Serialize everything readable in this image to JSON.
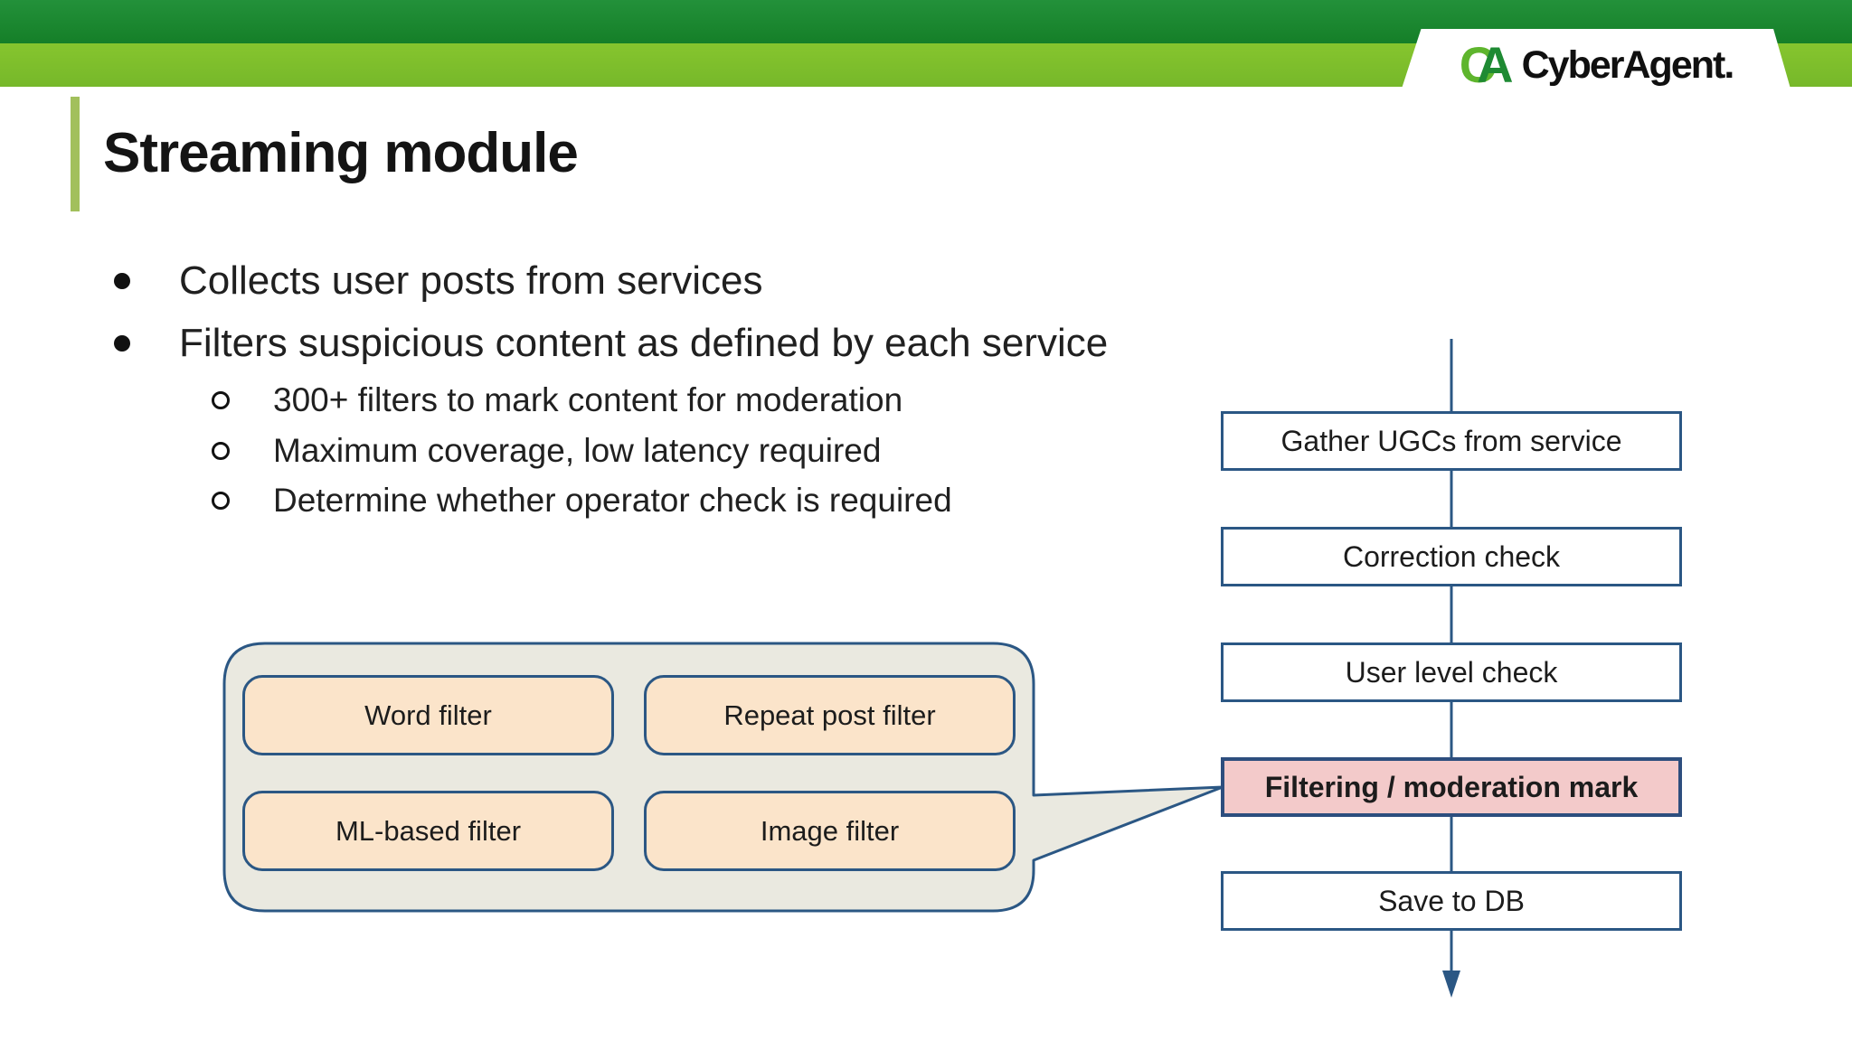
{
  "slide": {
    "header": {
      "brand": {
        "mark_c": "C",
        "mark_a": "A",
        "name": "CyberAgent."
      }
    },
    "title": "Streaming module",
    "bullets": [
      "Collects user posts from services",
      "Filters suspicious content as defined by each service"
    ],
    "sub_bullets": [
      "300+ filters to mark content for moderation",
      "Maximum coverage, low latency required",
      "Determine whether operator check is required"
    ],
    "flowchart": {
      "steps": [
        {
          "label": "Gather UGCs from service",
          "highlighted": false
        },
        {
          "label": "Correction check",
          "highlighted": false
        },
        {
          "label": "User level check",
          "highlighted": false
        },
        {
          "label": "Filtering / moderation mark",
          "highlighted": true
        },
        {
          "label": "Save to DB",
          "highlighted": false
        }
      ]
    },
    "filter_callout": {
      "filters": [
        "Word filter",
        "Repeat post filter",
        "ML-based filter",
        "Image filter"
      ]
    },
    "icons": {
      "arrow": "arrow-down-icon",
      "logo": "cyberagent-logo-icon",
      "bullet": "bullet-dot-icon",
      "sub_bullet": "bullet-circle-icon"
    },
    "colors": {
      "band_dark_green": "#1f8c31",
      "band_light_green": "#7fc12b",
      "title_accent": "#a2c05c",
      "flow_border_blue": "#2b5784",
      "highlight_pink": "#f3caca",
      "filter_peach": "#fbe4ca",
      "callout_fill": "#eae9e0",
      "logo_light_green": "#5eb52d",
      "logo_dark_green": "#1e8a33",
      "text": "#1f1f1f"
    }
  }
}
